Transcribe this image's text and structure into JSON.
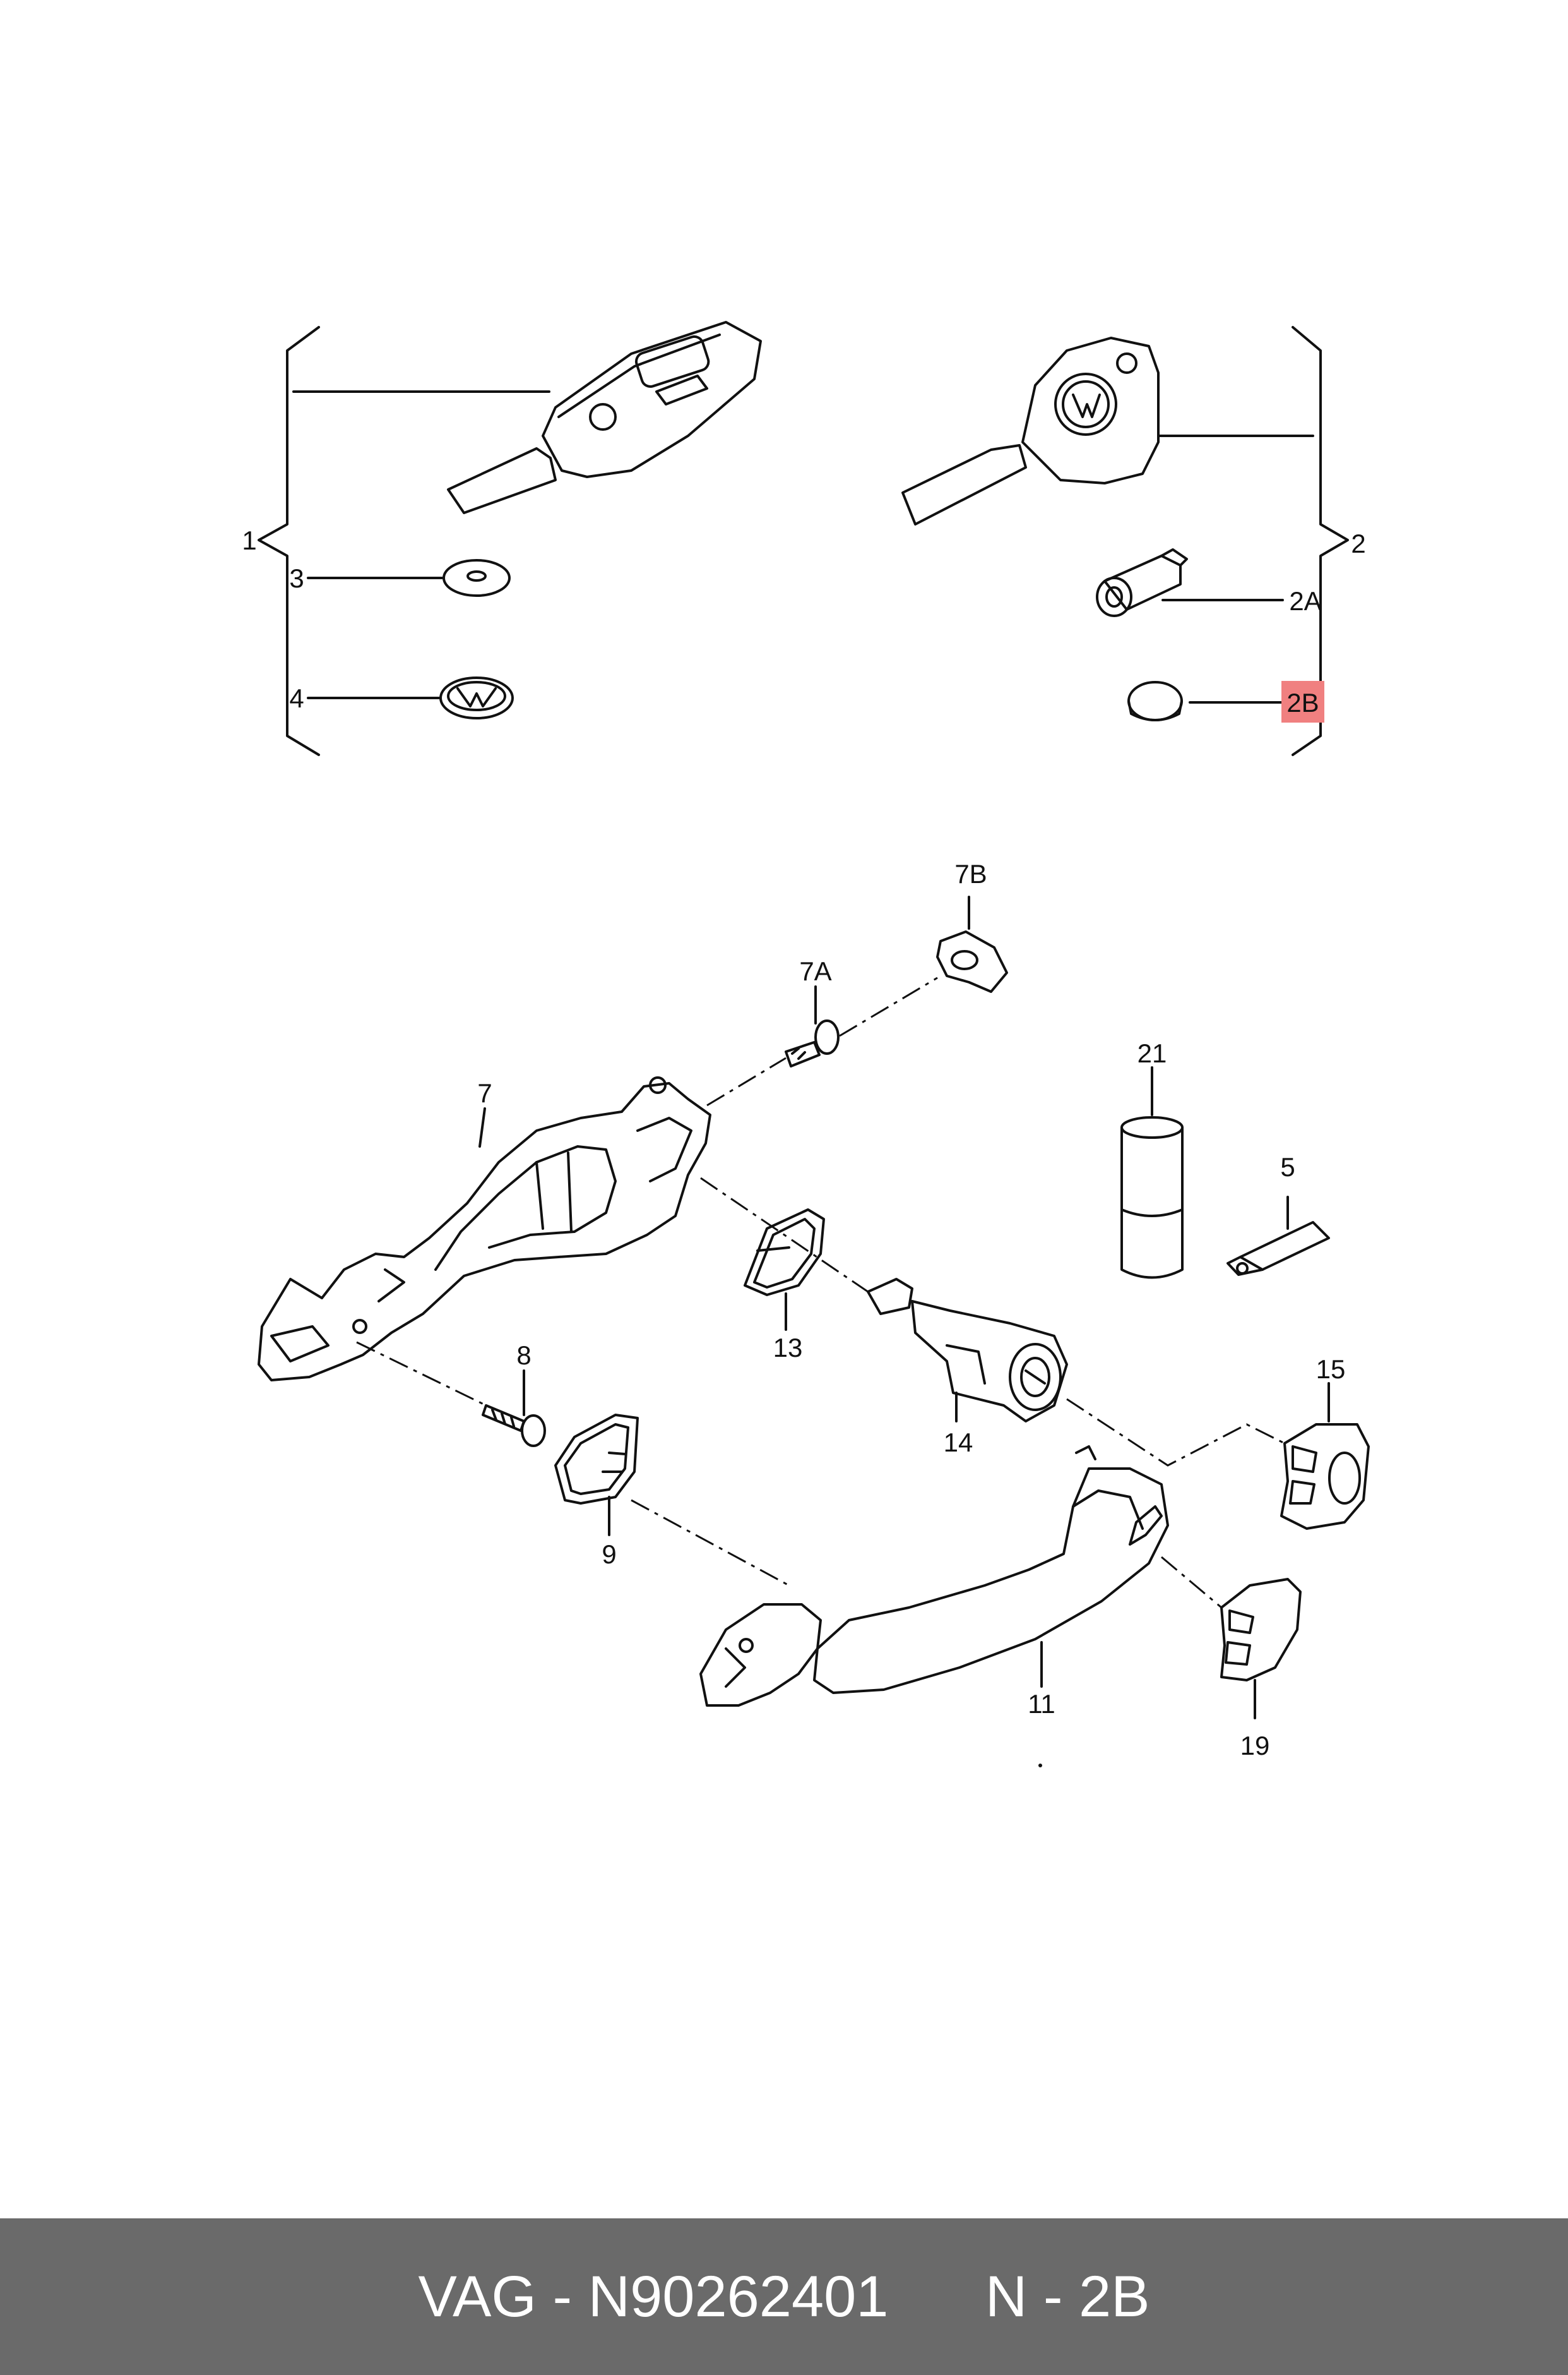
{
  "callouts": {
    "c1": "1",
    "c2": "2",
    "c2a": "2A",
    "c2b": "2B",
    "c3": "3",
    "c4": "4",
    "c5": "5",
    "c7": "7",
    "c7a": "7A",
    "c7b": "7B",
    "c8": "8",
    "c9": "9",
    "c11": "11",
    "c13": "13",
    "c14": "14",
    "c15": "15",
    "c19": "19",
    "c21": "21"
  },
  "highlight": {
    "label": "2B",
    "color": "#f08080"
  },
  "footer": {
    "part_text": "VAG - N90262401",
    "ref_text": "N - 2B",
    "background": "#6a6a6a"
  }
}
